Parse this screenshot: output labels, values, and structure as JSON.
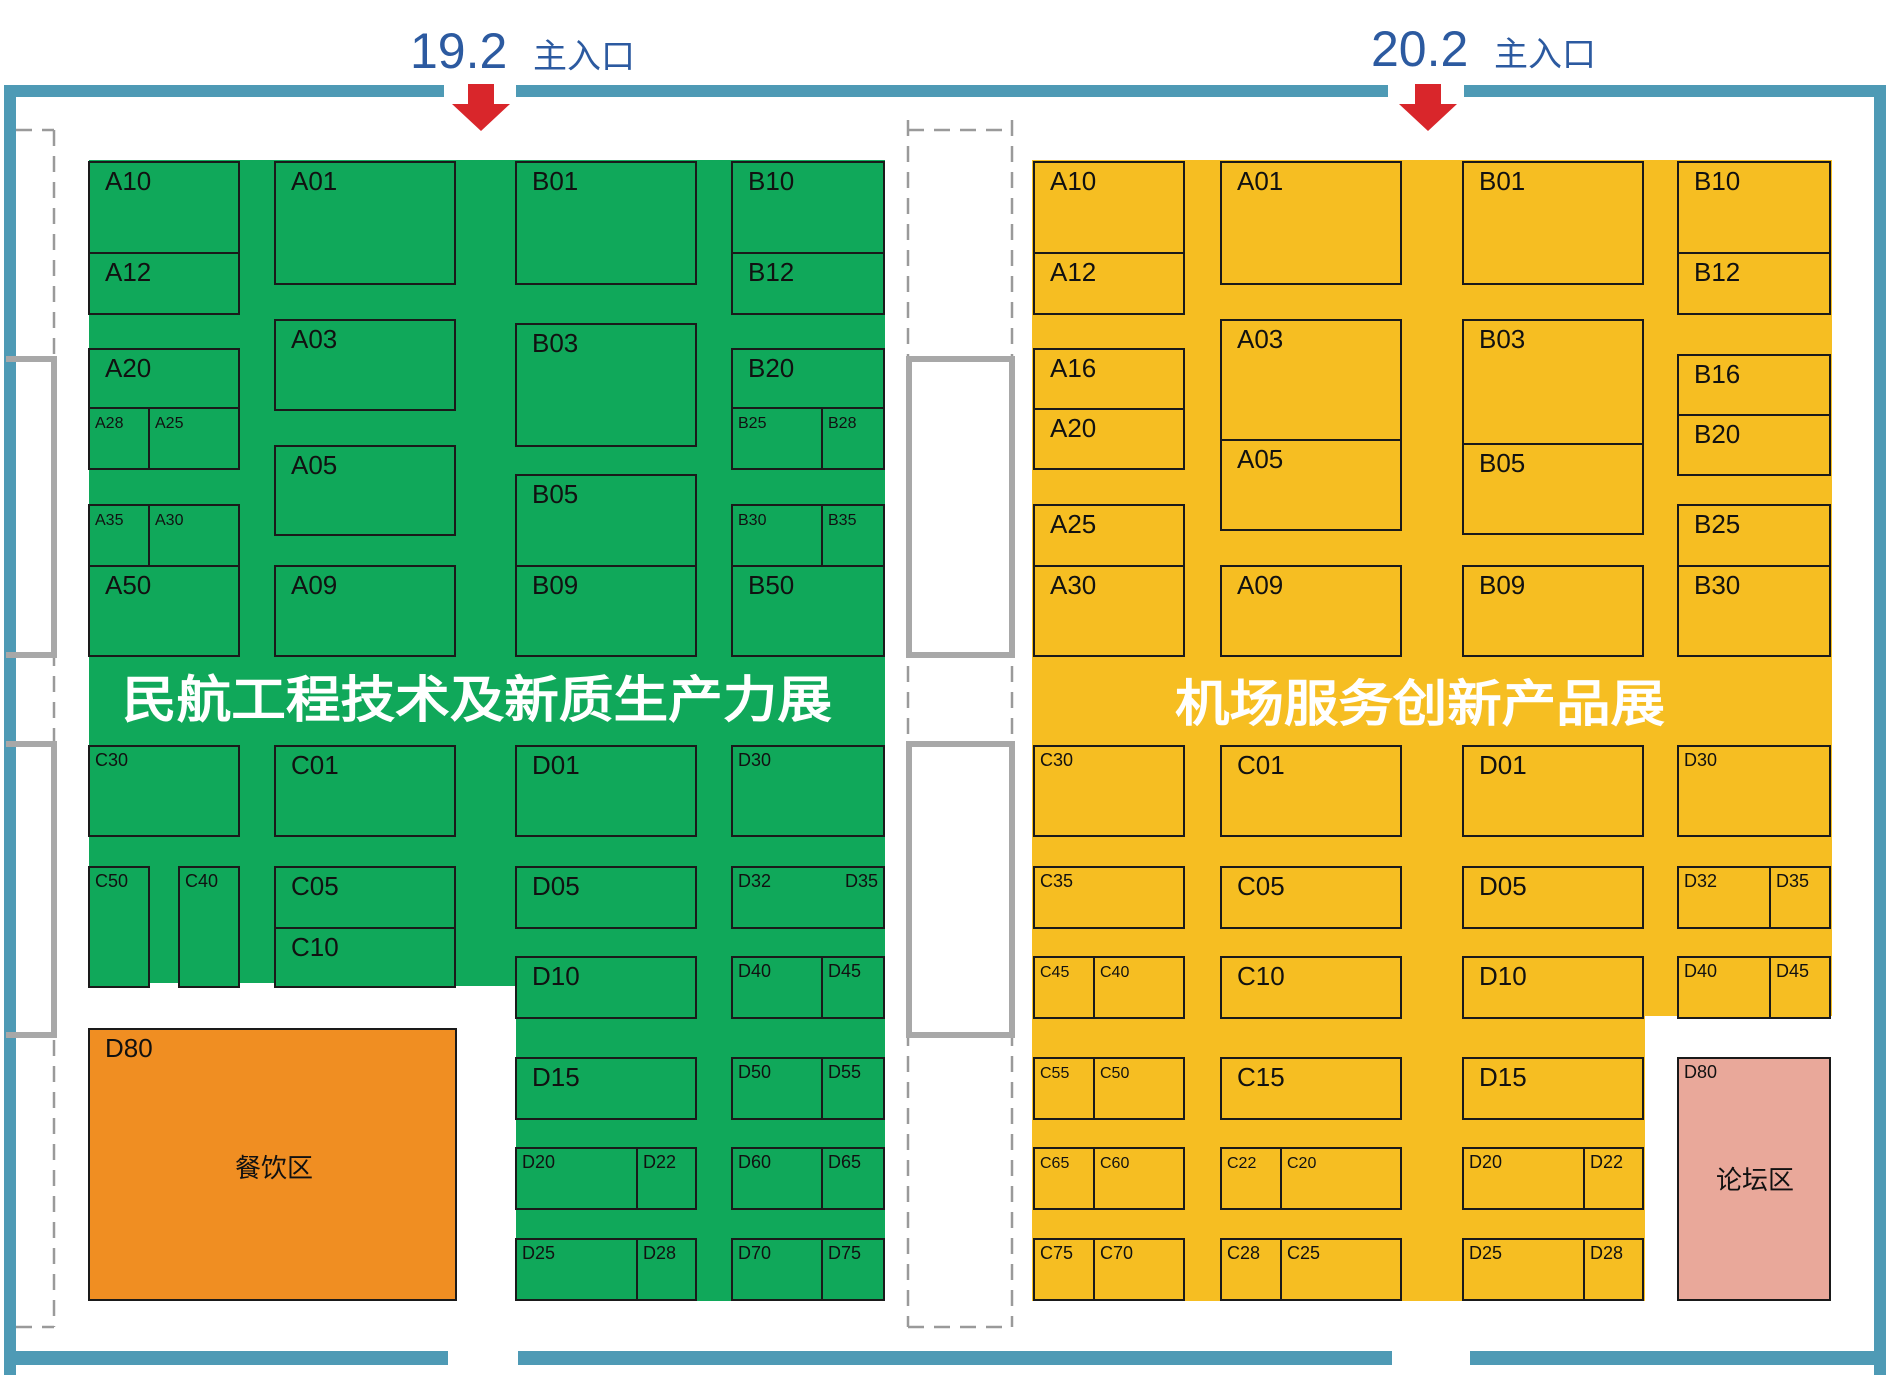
{
  "colors": {
    "wall": "#4e9ab5",
    "green_hall": "#10a85a",
    "yellow_hall": "#f6be22",
    "dining": "#f08e22",
    "forum": "#e9a89a",
    "arrow": "#d9262b",
    "text_blue": "#2c5aa0",
    "door_grey": "#a8a8a8"
  },
  "entrances": [
    {
      "number": "19.2",
      "label": "主入口"
    },
    {
      "number": "20.2",
      "label": "主入口"
    }
  ],
  "halls": [
    {
      "id": "h19",
      "title": "民航工程技术及新质生产力展"
    },
    {
      "id": "h20",
      "title": "机场服务创新产品展"
    }
  ],
  "zones": {
    "dining": "餐饮区",
    "forum": "论坛区"
  },
  "booths": [
    {
      "id": "A10",
      "hall": "h19"
    },
    {
      "id": "A12",
      "hall": "h19"
    },
    {
      "id": "A01",
      "hall": "h19"
    },
    {
      "id": "B01",
      "hall": "h19"
    },
    {
      "id": "B10",
      "hall": "h19"
    },
    {
      "id": "B12",
      "hall": "h19"
    },
    {
      "id": "A03",
      "hall": "h19"
    },
    {
      "id": "B03",
      "hall": "h19"
    },
    {
      "id": "A20",
      "hall": "h19"
    },
    {
      "id": "A28",
      "hall": "h19"
    },
    {
      "id": "A25",
      "hall": "h19"
    },
    {
      "id": "B20",
      "hall": "h19"
    },
    {
      "id": "B25",
      "hall": "h19"
    },
    {
      "id": "B28",
      "hall": "h19"
    },
    {
      "id": "A05",
      "hall": "h19"
    },
    {
      "id": "B05",
      "hall": "h19"
    },
    {
      "id": "B09",
      "hall": "h19"
    },
    {
      "id": "A35",
      "hall": "h19"
    },
    {
      "id": "A30",
      "hall": "h19"
    },
    {
      "id": "B30",
      "hall": "h19"
    },
    {
      "id": "B35",
      "hall": "h19"
    },
    {
      "id": "A50",
      "hall": "h19"
    },
    {
      "id": "A09",
      "hall": "h19"
    },
    {
      "id": "B50",
      "hall": "h19"
    },
    {
      "id": "C30",
      "hall": "h19"
    },
    {
      "id": "C01",
      "hall": "h19"
    },
    {
      "id": "D01",
      "hall": "h19"
    },
    {
      "id": "D30",
      "hall": "h19"
    },
    {
      "id": "C50",
      "hall": "h19"
    },
    {
      "id": "C40",
      "hall": "h19"
    },
    {
      "id": "C05",
      "hall": "h19"
    },
    {
      "id": "C10",
      "hall": "h19"
    },
    {
      "id": "D05",
      "hall": "h19"
    },
    {
      "id": "D32",
      "hall": "h19"
    },
    {
      "id": "D35",
      "hall": "h19"
    },
    {
      "id": "D10",
      "hall": "h19"
    },
    {
      "id": "D40",
      "hall": "h19"
    },
    {
      "id": "D45",
      "hall": "h19"
    },
    {
      "id": "D15",
      "hall": "h19"
    },
    {
      "id": "D50",
      "hall": "h19"
    },
    {
      "id": "D55",
      "hall": "h19"
    },
    {
      "id": "D20",
      "hall": "h19"
    },
    {
      "id": "D22",
      "hall": "h19"
    },
    {
      "id": "D60",
      "hall": "h19"
    },
    {
      "id": "D65",
      "hall": "h19"
    },
    {
      "id": "D25",
      "hall": "h19"
    },
    {
      "id": "D28",
      "hall": "h19"
    },
    {
      "id": "D70",
      "hall": "h19"
    },
    {
      "id": "D75",
      "hall": "h19"
    },
    {
      "id": "D80",
      "hall": "h19"
    },
    {
      "id": "A10",
      "hall": "h20"
    },
    {
      "id": "A12",
      "hall": "h20"
    },
    {
      "id": "A01",
      "hall": "h20"
    },
    {
      "id": "B01",
      "hall": "h20"
    },
    {
      "id": "B10",
      "hall": "h20"
    },
    {
      "id": "B12",
      "hall": "h20"
    },
    {
      "id": "A03",
      "hall": "h20"
    },
    {
      "id": "A05",
      "hall": "h20"
    },
    {
      "id": "B03",
      "hall": "h20"
    },
    {
      "id": "B05",
      "hall": "h20"
    },
    {
      "id": "A16",
      "hall": "h20"
    },
    {
      "id": "A20",
      "hall": "h20"
    },
    {
      "id": "B16",
      "hall": "h20"
    },
    {
      "id": "B20",
      "hall": "h20"
    },
    {
      "id": "A25",
      "hall": "h20"
    },
    {
      "id": "A30",
      "hall": "h20"
    },
    {
      "id": "A09",
      "hall": "h20"
    },
    {
      "id": "B09",
      "hall": "h20"
    },
    {
      "id": "B25",
      "hall": "h20"
    },
    {
      "id": "B30",
      "hall": "h20"
    },
    {
      "id": "C30",
      "hall": "h20"
    },
    {
      "id": "C01",
      "hall": "h20"
    },
    {
      "id": "D01",
      "hall": "h20"
    },
    {
      "id": "D30",
      "hall": "h20"
    },
    {
      "id": "C35",
      "hall": "h20"
    },
    {
      "id": "C05",
      "hall": "h20"
    },
    {
      "id": "D05",
      "hall": "h20"
    },
    {
      "id": "D32",
      "hall": "h20"
    },
    {
      "id": "D35",
      "hall": "h20"
    },
    {
      "id": "C45",
      "hall": "h20"
    },
    {
      "id": "C40",
      "hall": "h20"
    },
    {
      "id": "C10",
      "hall": "h20"
    },
    {
      "id": "D10",
      "hall": "h20"
    },
    {
      "id": "D40",
      "hall": "h20"
    },
    {
      "id": "D45",
      "hall": "h20"
    },
    {
      "id": "C55",
      "hall": "h20"
    },
    {
      "id": "C50",
      "hall": "h20"
    },
    {
      "id": "C15",
      "hall": "h20"
    },
    {
      "id": "D15",
      "hall": "h20"
    },
    {
      "id": "C65",
      "hall": "h20"
    },
    {
      "id": "C60",
      "hall": "h20"
    },
    {
      "id": "C22",
      "hall": "h20"
    },
    {
      "id": "C20",
      "hall": "h20"
    },
    {
      "id": "D20",
      "hall": "h20"
    },
    {
      "id": "D22",
      "hall": "h20"
    },
    {
      "id": "C75",
      "hall": "h20"
    },
    {
      "id": "C70",
      "hall": "h20"
    },
    {
      "id": "C28",
      "hall": "h20"
    },
    {
      "id": "C25",
      "hall": "h20"
    },
    {
      "id": "D25",
      "hall": "h20"
    },
    {
      "id": "D28",
      "hall": "h20"
    },
    {
      "id": "D80",
      "hall": "h20"
    }
  ]
}
